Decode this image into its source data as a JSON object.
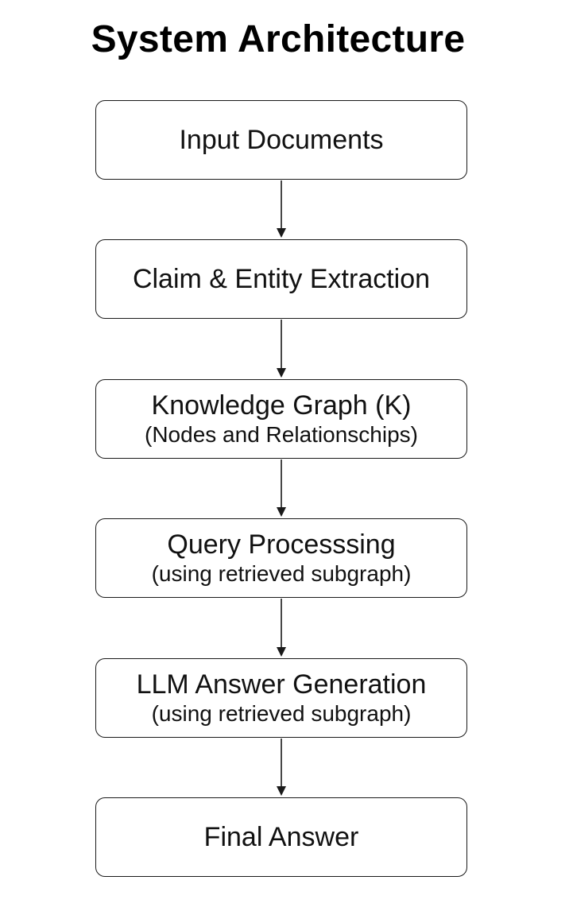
{
  "title": "System Architecture",
  "steps": [
    {
      "label": "Input Documents",
      "sublabel": ""
    },
    {
      "label": "Claim & Entity Extraction",
      "sublabel": ""
    },
    {
      "label": "Knowledge Graph (K)",
      "sublabel": "(Nodes and Relationschips)"
    },
    {
      "label": "Query Processsing",
      "sublabel": "(using retrieved subgraph)"
    },
    {
      "label": "LLM Answer Generation",
      "sublabel": "(using retrieved subgraph)"
    },
    {
      "label": "Final Answer",
      "sublabel": ""
    }
  ],
  "colors": {
    "stroke": "#1a1a1a",
    "text": "#111111",
    "background": "#ffffff"
  }
}
